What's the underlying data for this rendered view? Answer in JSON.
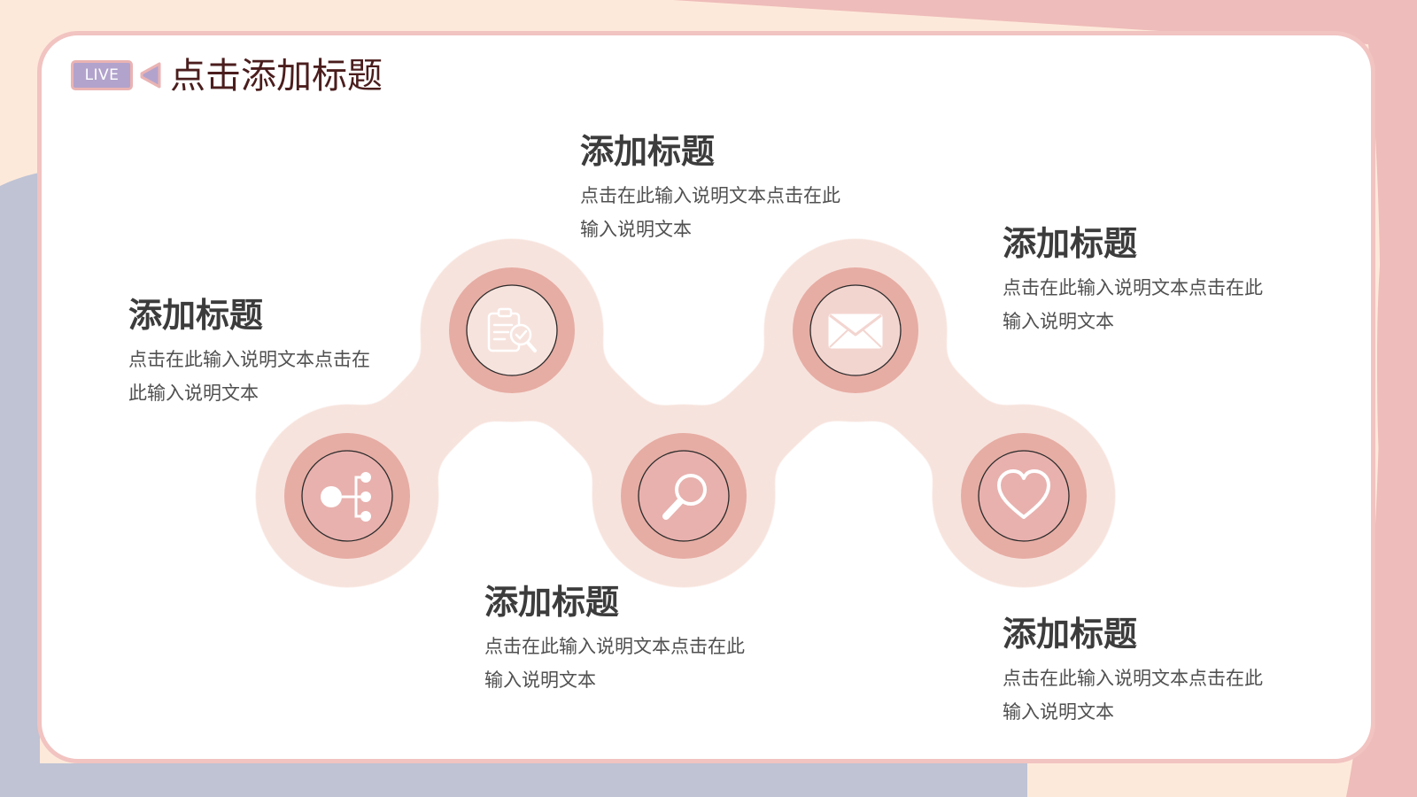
{
  "header": {
    "badge": "LIVE",
    "title": "点击添加标题"
  },
  "colors": {
    "background_peach": "#fde9da",
    "background_pink": "#eebcba",
    "background_lavender": "#bfc3d4",
    "card_border": "#f1c3c1",
    "chain_fill": "#f7e3dd",
    "ring_outer": "#e6ada4",
    "icon_disc": "#e8b1ae",
    "badge_fill": "#b2a3cc",
    "title_text": "#4b1d1d",
    "heading_text": "#3c3c3c"
  },
  "items": [
    {
      "heading": "添加标题",
      "text_line1": "点击在此输入说明文本点击在",
      "text_line2": "此输入说明文本",
      "icon": "share-network-icon"
    },
    {
      "heading": "添加标题",
      "text_line1": "点击在此输入说明文本点击在此",
      "text_line2": "输入说明文本",
      "icon": "document-search-icon"
    },
    {
      "heading": "添加标题",
      "text_line1": "点击在此输入说明文本点击在此",
      "text_line2": "输入说明文本",
      "icon": "magnifier-icon"
    },
    {
      "heading": "添加标题",
      "text_line1": "点击在此输入说明文本点击在此",
      "text_line2": "输入说明文本",
      "icon": "mail-icon"
    },
    {
      "heading": "添加标题",
      "text_line1": "点击在此输入说明文本点击在此",
      "text_line2": "输入说明文本",
      "icon": "heart-icon"
    }
  ]
}
